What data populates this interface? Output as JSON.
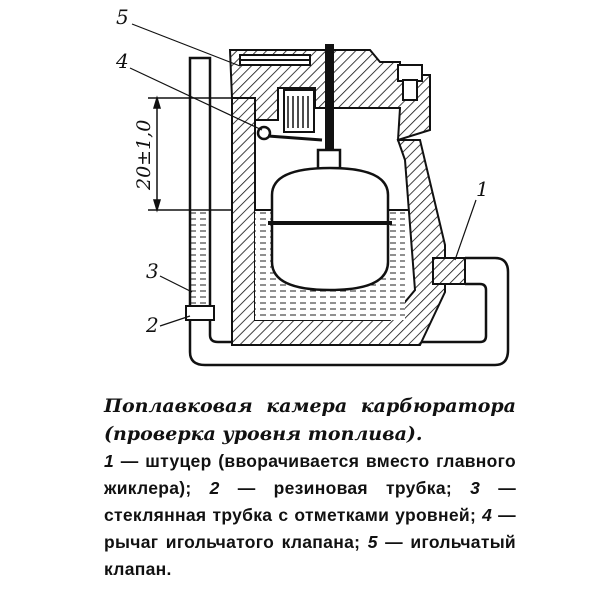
{
  "diagram": {
    "labels": {
      "l1": "1",
      "l2": "2",
      "l3": "3",
      "l4": "4",
      "l5": "5"
    },
    "dimension": "20±1,0"
  },
  "caption": {
    "title": "Поплавковая камера карбюратора (проверка уровня топлива).",
    "items": [
      {
        "num": "1",
        "text": "штуцер (вворачивается вместо главного жиклера);"
      },
      {
        "num": "2",
        "text": "резиновая трубка;"
      },
      {
        "num": "3",
        "text": "стеклянная трубка с отметками уровней;"
      },
      {
        "num": "4",
        "text": "рычаг игольчатого клапана;"
      },
      {
        "num": "5",
        "text": "игольчатый клапан."
      }
    ]
  }
}
